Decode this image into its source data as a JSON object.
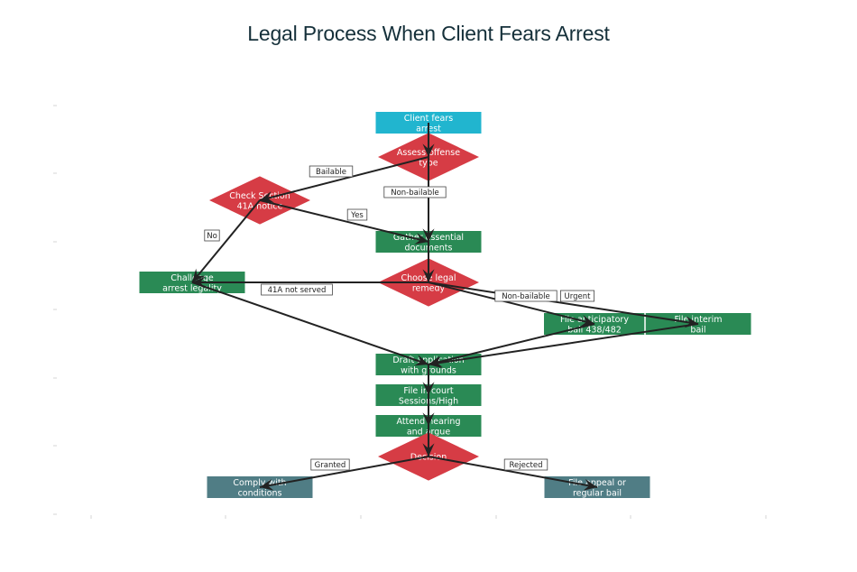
{
  "title": "Legal Process When Client Fears Arrest",
  "colors": {
    "start": "#21b5cf",
    "decision": "#d63c45",
    "process": "#2a8a55",
    "terminal": "#507d85",
    "edge": "#222222",
    "title": "#15303a"
  },
  "nodes": [
    {
      "id": "client_fears",
      "type": "start",
      "lines": [
        "Client fears",
        "arrest"
      ]
    },
    {
      "id": "assess_offense",
      "type": "decision",
      "lines": [
        "Assess offense",
        "type"
      ]
    },
    {
      "id": "check_41a",
      "type": "decision",
      "lines": [
        "Check Section",
        "41A notice"
      ]
    },
    {
      "id": "gather_docs",
      "type": "process",
      "lines": [
        "Gather essential",
        "documents"
      ]
    },
    {
      "id": "challenge_arrest",
      "type": "process",
      "lines": [
        "Challenge",
        "arrest legality"
      ]
    },
    {
      "id": "choose_remedy",
      "type": "decision",
      "lines": [
        "Choose legal",
        "remedy"
      ]
    },
    {
      "id": "file_anticipatory",
      "type": "process",
      "lines": [
        "File anticipatory",
        "bail 438/482"
      ]
    },
    {
      "id": "file_interim",
      "type": "process",
      "lines": [
        "File interim",
        "bail"
      ]
    },
    {
      "id": "draft_application",
      "type": "process",
      "lines": [
        "Draft application",
        "with grounds"
      ]
    },
    {
      "id": "file_court",
      "type": "process",
      "lines": [
        "File in court",
        "Sessions/High"
      ]
    },
    {
      "id": "attend_hearing",
      "type": "process",
      "lines": [
        "Attend hearing",
        "and argue"
      ]
    },
    {
      "id": "decision",
      "type": "decision",
      "lines": [
        "Decision"
      ]
    },
    {
      "id": "comply",
      "type": "terminal",
      "lines": [
        "Comply with",
        "conditions"
      ]
    },
    {
      "id": "file_appeal",
      "type": "terminal",
      "lines": [
        "File appeal or",
        "regular bail"
      ]
    }
  ],
  "edges": [
    {
      "from": "client_fears",
      "to": "assess_offense",
      "label": ""
    },
    {
      "from": "assess_offense",
      "to": "check_41a",
      "label": "Bailable"
    },
    {
      "from": "assess_offense",
      "to": "gather_docs",
      "label": "Non-bailable"
    },
    {
      "from": "check_41a",
      "to": "gather_docs",
      "label": "Yes"
    },
    {
      "from": "check_41a",
      "to": "challenge_arrest",
      "label": "No"
    },
    {
      "from": "gather_docs",
      "to": "choose_remedy",
      "label": ""
    },
    {
      "from": "choose_remedy",
      "to": "challenge_arrest",
      "label": "41A not served"
    },
    {
      "from": "choose_remedy",
      "to": "file_anticipatory",
      "label": "Non-bailable"
    },
    {
      "from": "choose_remedy",
      "to": "file_interim",
      "label": "Urgent"
    },
    {
      "from": "challenge_arrest",
      "to": "draft_application",
      "label": ""
    },
    {
      "from": "file_anticipatory",
      "to": "draft_application",
      "label": ""
    },
    {
      "from": "file_interim",
      "to": "draft_application",
      "label": ""
    },
    {
      "from": "draft_application",
      "to": "file_court",
      "label": ""
    },
    {
      "from": "file_court",
      "to": "attend_hearing",
      "label": ""
    },
    {
      "from": "attend_hearing",
      "to": "decision",
      "label": ""
    },
    {
      "from": "decision",
      "to": "comply",
      "label": "Granted"
    },
    {
      "from": "decision",
      "to": "file_appeal",
      "label": "Rejected"
    }
  ]
}
